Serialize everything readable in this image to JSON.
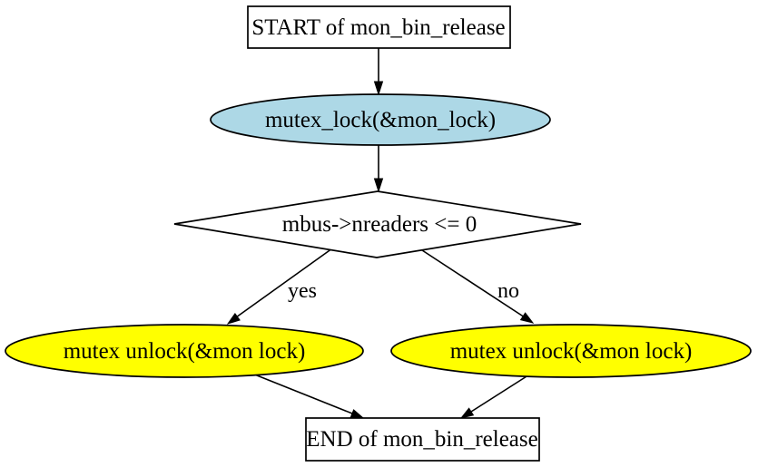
{
  "diagram": {
    "function": "mon_bin_release",
    "nodes": {
      "start": {
        "label": "START of mon_bin_release",
        "shape": "box",
        "fill": "#FFFFFF"
      },
      "lock": {
        "label": "mutex_lock(&mon_lock)",
        "shape": "ellipse",
        "fill": "#ADD8E6"
      },
      "decision": {
        "label": "mbus->nreaders <= 0",
        "shape": "diamond",
        "fill": "#FFFFFF"
      },
      "unlock_yes": {
        "label": "mutex unlock(&mon lock)",
        "shape": "ellipse",
        "fill": "#FFFF00"
      },
      "unlock_no": {
        "label": "mutex unlock(&mon lock)",
        "shape": "ellipse",
        "fill": "#FFFF00"
      },
      "end": {
        "label": "END of mon_bin_release",
        "shape": "box",
        "fill": "#FFFFFF"
      }
    },
    "edges": [
      {
        "from": "start",
        "to": "lock",
        "label": ""
      },
      {
        "from": "lock",
        "to": "decision",
        "label": ""
      },
      {
        "from": "decision",
        "to": "unlock_yes",
        "label": "yes"
      },
      {
        "from": "decision",
        "to": "unlock_no",
        "label": "no"
      },
      {
        "from": "unlock_yes",
        "to": "end",
        "label": ""
      },
      {
        "from": "unlock_no",
        "to": "end",
        "label": ""
      }
    ],
    "colors": {
      "background": "#FFFFFF",
      "stroke": "#000000",
      "text": "#000000",
      "lock_fill": "#ADD8E6",
      "unlock_fill": "#FFFF00"
    }
  }
}
